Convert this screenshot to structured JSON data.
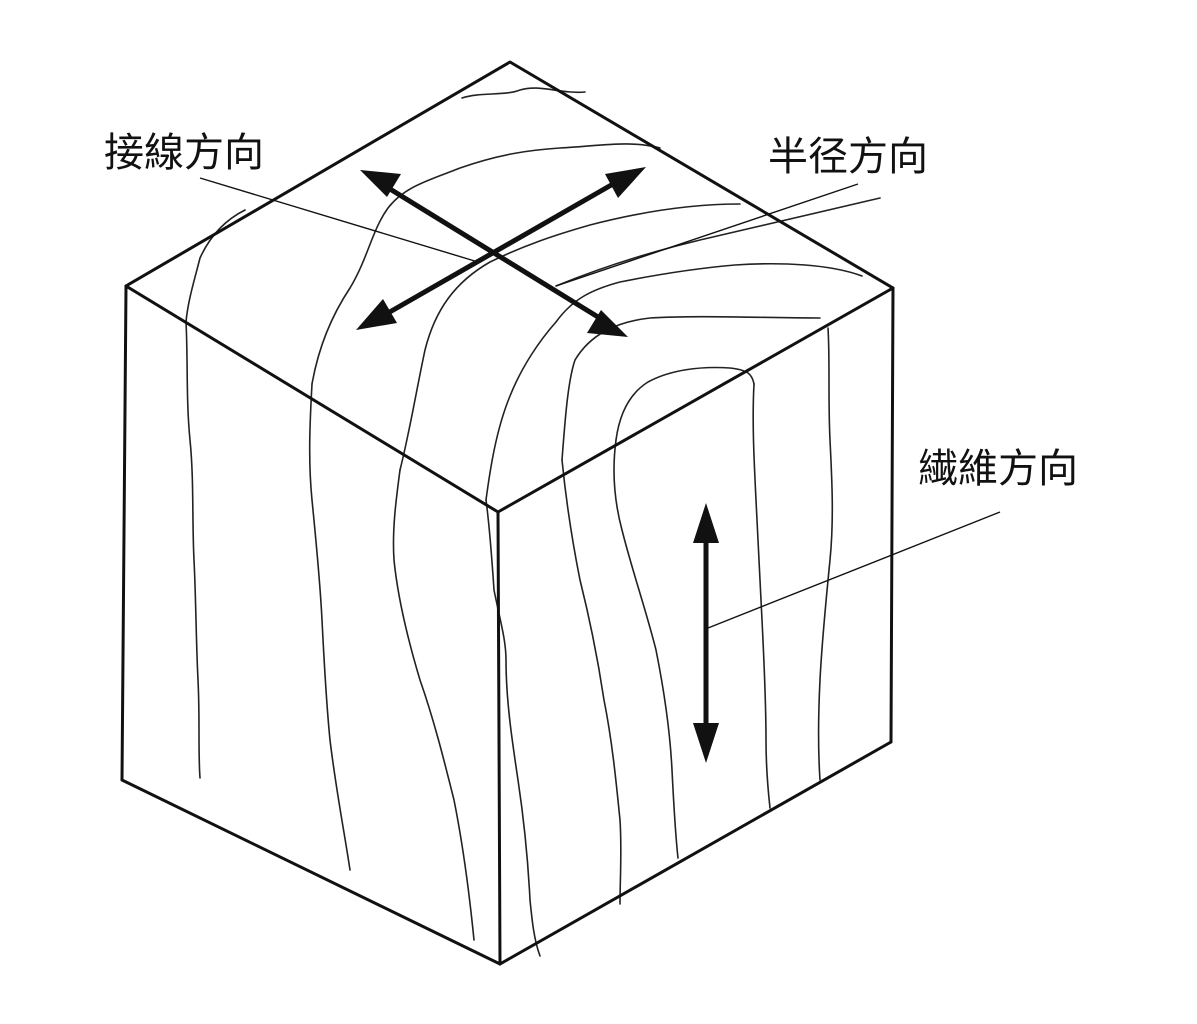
{
  "labels": {
    "tangential": "接線方向",
    "radial": "半径方向",
    "fiber": "繊維方向"
  },
  "colors": {
    "line": "#111111",
    "background": "#ffffff"
  }
}
